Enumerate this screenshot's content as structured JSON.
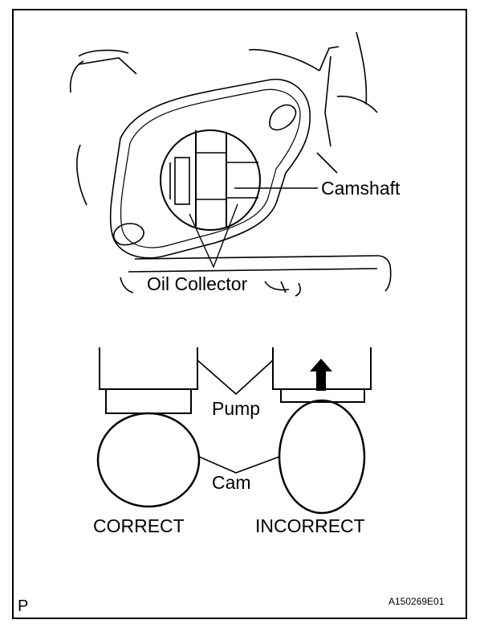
{
  "labels": {
    "camshaft": "Camshaft",
    "oil_collector": "Oil Collector",
    "pump": "Pump",
    "cam": "Cam",
    "correct": "CORRECT",
    "incorrect": "INCORRECT",
    "corner_mark": "P",
    "figure_code": "A150269E01"
  }
}
